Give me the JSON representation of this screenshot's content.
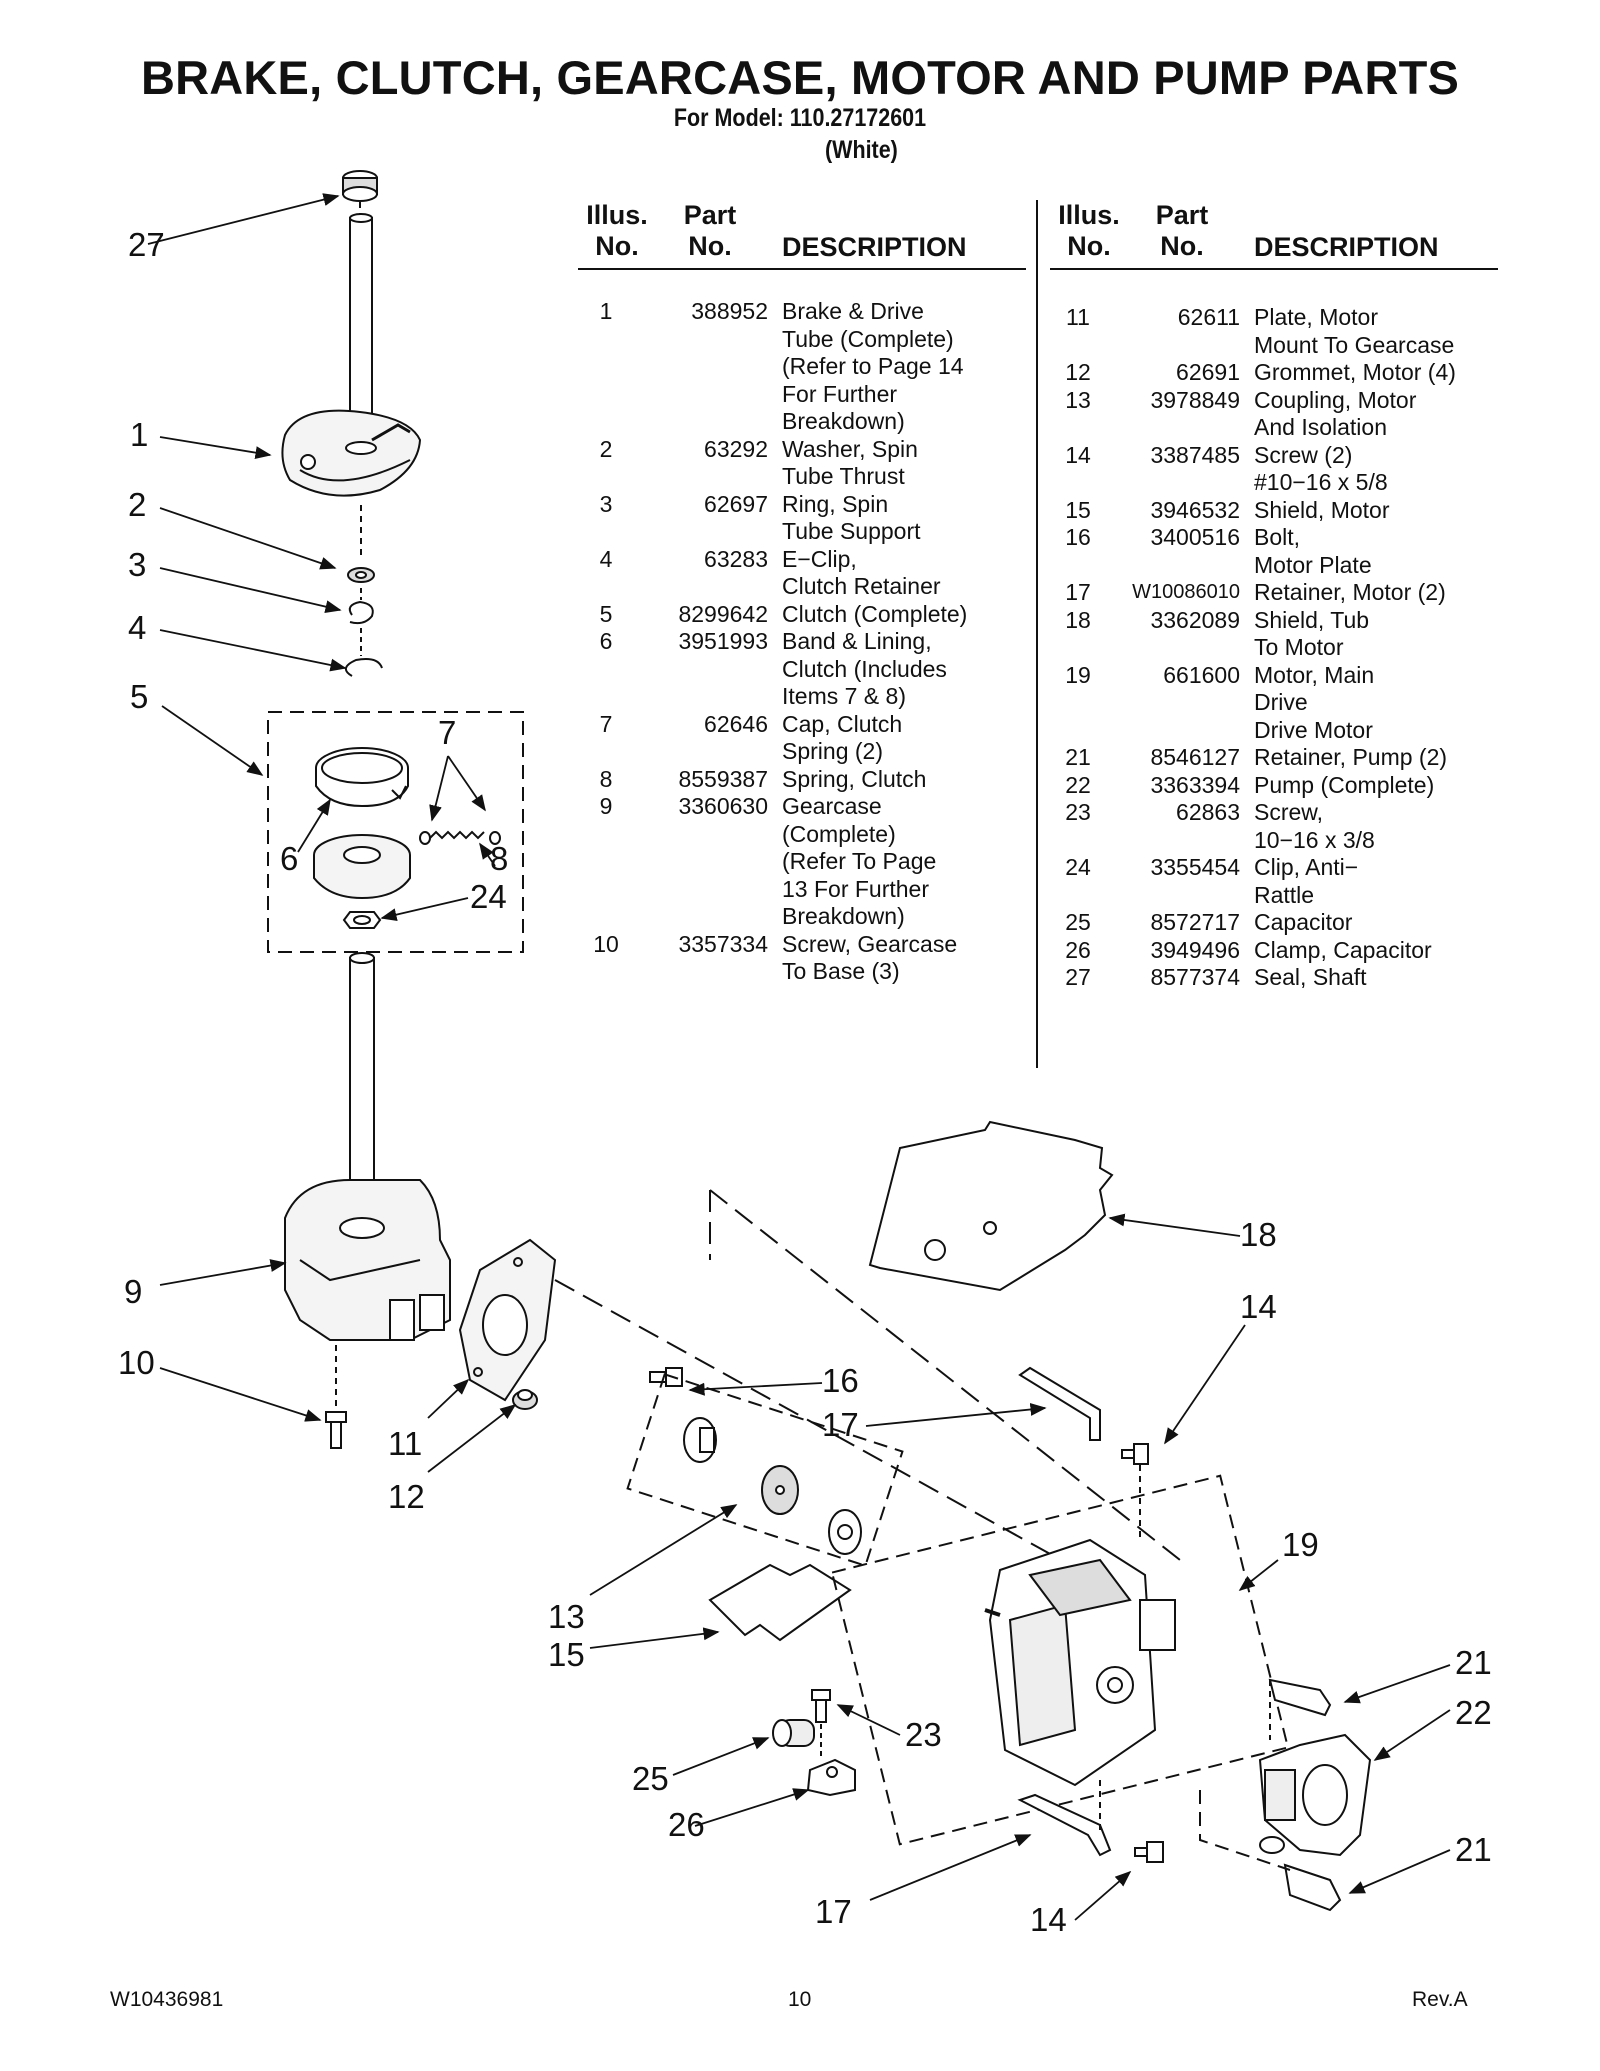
{
  "header": {
    "title": "BRAKE, CLUTCH, GEARCASE, MOTOR AND PUMP PARTS",
    "model_line": "For Model: 110.27172601",
    "color": "(White)"
  },
  "table_headers": {
    "illus": "Illus.\nNo.",
    "part": "Part\nNo.",
    "description": "DESCRIPTION"
  },
  "parts_left": [
    {
      "illus": "1",
      "part": "388952",
      "description": "Brake & Drive\nTube (Complete)\n(Refer to Page 14\nFor Further\nBreakdown)"
    },
    {
      "illus": "2",
      "part": "63292",
      "description": "Washer, Spin\nTube Thrust"
    },
    {
      "illus": "3",
      "part": "62697",
      "description": "Ring, Spin\nTube Support"
    },
    {
      "illus": "4",
      "part": "63283",
      "description": "E−Clip,\nClutch Retainer"
    },
    {
      "illus": "5",
      "part": "8299642",
      "description": "Clutch (Complete)"
    },
    {
      "illus": "6",
      "part": "3951993",
      "description": "Band & Lining,\nClutch (Includes\nItems 7 & 8)"
    },
    {
      "illus": "7",
      "part": "62646",
      "description": "Cap, Clutch\nSpring (2)"
    },
    {
      "illus": "8",
      "part": "8559387",
      "description": "Spring, Clutch"
    },
    {
      "illus": "9",
      "part": "3360630",
      "description": "Gearcase\n(Complete)\n(Refer To Page\n13 For Further\nBreakdown)"
    },
    {
      "illus": "10",
      "part": "3357334",
      "description": "Screw, Gearcase\nTo Base (3)"
    }
  ],
  "parts_right": [
    {
      "illus": "11",
      "part": "62611",
      "description": "Plate, Motor\nMount To Gearcase"
    },
    {
      "illus": "12",
      "part": "62691",
      "description": "Grommet, Motor (4)"
    },
    {
      "illus": "13",
      "part": "3978849",
      "description": "Coupling, Motor\nAnd Isolation"
    },
    {
      "illus": "14",
      "part": "3387485",
      "description": "Screw (2)\n#10−16 x 5/8"
    },
    {
      "illus": "15",
      "part": "3946532",
      "description": "Shield, Motor"
    },
    {
      "illus": "16",
      "part": "3400516",
      "description": "Bolt,\nMotor Plate"
    },
    {
      "illus": "17",
      "part": "W10086010",
      "description": "Retainer, Motor (2)"
    },
    {
      "illus": "18",
      "part": "3362089",
      "description": "Shield, Tub\nTo Motor"
    },
    {
      "illus": "19",
      "part": "661600",
      "description": "Motor, Main\nDrive\nDrive Motor"
    },
    {
      "illus": "21",
      "part": "8546127",
      "description": "Retainer, Pump (2)"
    },
    {
      "illus": "22",
      "part": "3363394",
      "description": "Pump (Complete)"
    },
    {
      "illus": "23",
      "part": "62863",
      "description": "Screw,\n10−16 x 3/8"
    },
    {
      "illus": "24",
      "part": "3355454",
      "description": "Clip, Anti−\nRattle"
    },
    {
      "illus": "25",
      "part": "8572717",
      "description": "Capacitor"
    },
    {
      "illus": "26",
      "part": "3949496",
      "description": "Clamp, Capacitor"
    },
    {
      "illus": "27",
      "part": "8577374",
      "description": "Seal, Shaft"
    }
  ],
  "callouts": {
    "c27": "27",
    "c1": "1",
    "c2": "2",
    "c3": "3",
    "c4": "4",
    "c5": "5",
    "c6": "6",
    "c7": "7",
    "c8": "8",
    "c24": "24",
    "c9": "9",
    "c10": "10",
    "c11": "11",
    "c12": "12",
    "c13": "13",
    "c15": "15",
    "c16": "16",
    "c17a": "17",
    "c17b": "17",
    "c18": "18",
    "c14a": "14",
    "c14b": "14",
    "c19": "19",
    "c21a": "21",
    "c22": "22",
    "c21b": "21",
    "c23": "23",
    "c25": "25",
    "c26": "26"
  },
  "footer": {
    "doc_number": "W10436981",
    "page_number": "10",
    "revision": "Rev.A"
  }
}
